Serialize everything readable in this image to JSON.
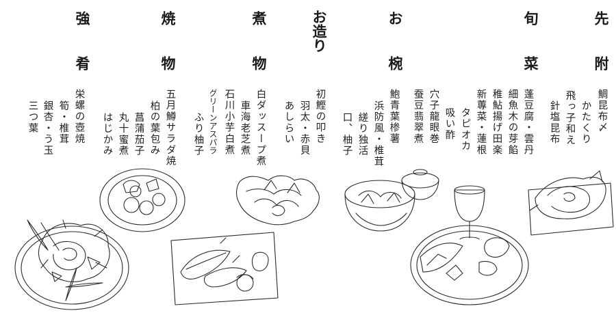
{
  "courses": [
    {
      "key": "sakizuke",
      "title_top": "先",
      "title_bottom": "附",
      "items": [
        "鯛昆布〆",
        "かたくり",
        "飛っ子和え",
        "針塩昆布"
      ]
    },
    {
      "key": "shunsai",
      "title_top": "旬",
      "title_bottom": "菜",
      "items": [
        "蓬豆腐・雲丹",
        "細魚木の芽餡",
        "稚鮎揚げ田楽",
        "新蓴菜・蓮根",
        "タピオカ",
        "吸い酢",
        "穴子龍眼巻",
        "蚕豆翡翠煮"
      ]
    },
    {
      "key": "owan",
      "title_top": "お",
      "title_bottom": "椀",
      "items": [
        "鮑青葉椮薯",
        "浜防風・椎茸",
        "縒り独活",
        "口、柚子"
      ]
    },
    {
      "key": "otsukuri",
      "title_top": "お造り",
      "title_bottom": "",
      "items": [
        "初鰹の叩き",
        "羽太・赤貝",
        "あしらい"
      ]
    },
    {
      "key": "nimono",
      "title_top": "煮",
      "title_bottom": "物",
      "items": [
        "白ダッスープ煮",
        "車海老芝煮",
        "石川小芋白煮",
        "グリーンアスパラ",
        "ふり柚子"
      ]
    },
    {
      "key": "yakimono",
      "title_top": "焼",
      "title_bottom": "物",
      "items": [
        "五月鱒サラダ焼",
        "柏の葉包み",
        "菖蒲茄子",
        "丸十蜜煮",
        "はじかみ"
      ]
    },
    {
      "key": "shiizakana",
      "title_top": "強",
      "title_bottom": "肴",
      "items": [
        "栄螺の壺焼",
        "筍・椎茸",
        "銀杏・う玉",
        "三つ葉"
      ]
    }
  ]
}
